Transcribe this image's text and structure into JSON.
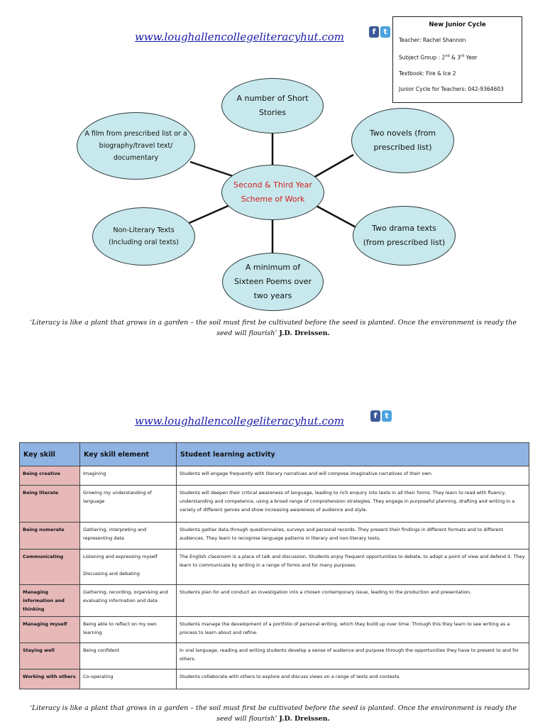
{
  "page1": {
    "url": "www.loughallencollegeliteracyhut.com",
    "info": {
      "title": "New Junior Cycle",
      "teacher": "Teacher: Rachel Shannon",
      "subject_group_prefix": "Subject Group : 2",
      "sup1": "nd",
      "subject_group_mid": " & 3",
      "sup2": "rd",
      "subject_group_suffix": " Year",
      "textbook": "Textbook: Fire & Ice 2",
      "jct": "Junior Cycle for Teachers: 042-9364603"
    },
    "diagram": {
      "center": "Second & Third Year Scheme of Work",
      "top": "A number of Short Stories",
      "top_left": "A film from prescribed list or a biography/travel text/ documentary",
      "top_right": "Two novels (from prescribed list)",
      "bottom_left": "Non-Literary Texts (Including oral texts)",
      "bottom_right": "Two drama texts (from prescribed list)",
      "bottom": "A minimum of Sixteen Poems over two years"
    },
    "quote_line1": "‘Literacy is like a plant that grows in a garden – the soil must first be cultivated before the seed is planted. Once the environment is ready the",
    "quote_line2": "seed will flourish’",
    "quote_author": "J.D. Dreissen."
  },
  "page2": {
    "url": "www.loughallencollegeliteracyhut.com",
    "table": {
      "headers": [
        "Key skill",
        "Key skill element",
        "Student learning activity"
      ],
      "rows": [
        {
          "skill": "Being creative",
          "element": "Imagining",
          "element2": "",
          "activity": "Students will engage frequently with literary narratives and will compose imaginative narratives of their own."
        },
        {
          "skill": "Being literate",
          "element": "Growing my understanding of language",
          "element2": "",
          "activity": "Students will deepen their critical awareness of language, leading to rich enquiry into texts in all their forms. They learn to read with fluency, understanding and competence, using a broad range of comprehension strategies. They engage in purposeful planning, drafting and writing in a variety of different genres and show increasing awareness of audience and style."
        },
        {
          "skill": "Being numerate",
          "element": "Gathering, interpreting and representing data",
          "element2": "",
          "activity": "Students gather data through questionnaires, surveys and personal records. They present their findings in different formats and to different audiences. They learn to recognise language patterns in literary and non-literary texts."
        },
        {
          "skill": "Communicating",
          "element": "Listening and expressing myself",
          "element2": "Discussing and debating",
          "activity": "The English classroom is a place of talk and discussion. Students enjoy frequent opportunities to debate, to adopt a point of view and defend it. They learn to communicate by writing in a range of forms and for many purposes."
        },
        {
          "skill": "Managing information and thinking",
          "element": "Gathering, recording, organising and evaluating information and data",
          "element2": "",
          "activity": "Students plan for and conduct an investigation into a chosen contemporary issue, leading to the production and presentation."
        },
        {
          "skill": "Managing myself",
          "element": "Being able to reflect on my own learning",
          "element2": "",
          "activity": "Students manage the development of a portfolio of personal writing, which they build up over time. Through this they learn to see writing as a process to learn about and refine."
        },
        {
          "skill": "Staying well",
          "element": "Being confident",
          "element2": "",
          "activity": "In oral language, reading and writing students develop a sense of audience and purpose through the opportunities they have to present to and for others."
        },
        {
          "skill": "Working with others",
          "element": "Co-operating",
          "element2": "",
          "activity": "Students collaborate with others to explore and discuss views on a range of texts and contexts."
        }
      ]
    },
    "quote_line1": "‘Literacy is like a plant that grows in a garden – the soil must first be cultivated before the seed is planted. Once the environment is ready the",
    "quote_line2": "seed will flourish’",
    "quote_author": "J.D. Dreissen."
  }
}
